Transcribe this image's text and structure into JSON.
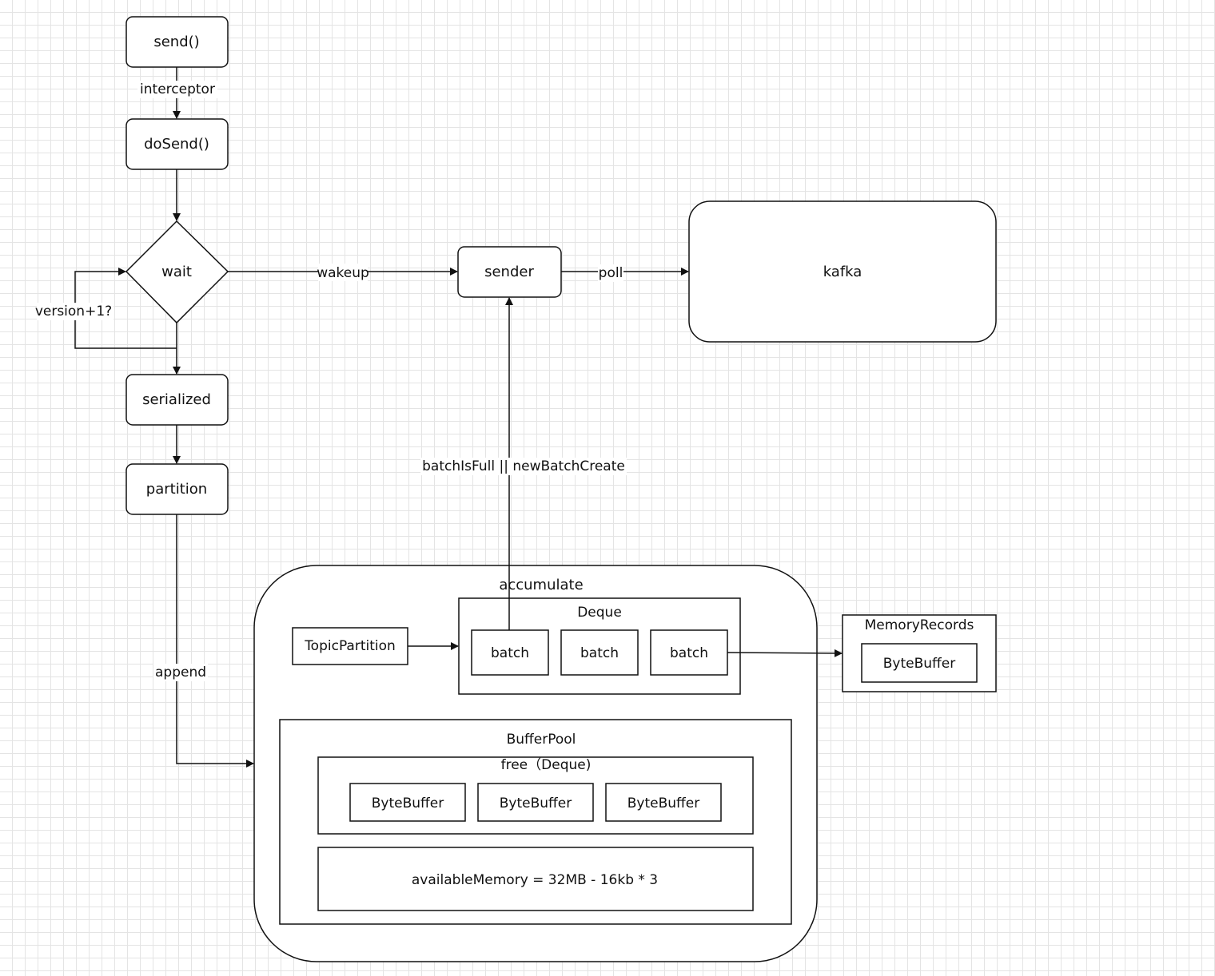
{
  "nodes": {
    "send": "send()",
    "do_send": "doSend()",
    "wait": "wait",
    "serialized": "serialized",
    "partition": "partition",
    "sender": "sender",
    "kafka": "kafka",
    "accumulate": "accumulate",
    "topic_partition": "TopicPartition",
    "deque": "Deque",
    "batches": [
      "batch",
      "batch",
      "batch"
    ],
    "memory_records": "MemoryRecords",
    "memory_records_buffer": "ByteBuffer",
    "buffer_pool": "BufferPool",
    "free_deque": "free（Deque)",
    "free_buffers": [
      "ByteBuffer",
      "ByteBuffer",
      "ByteBuffer"
    ],
    "available_memory": "availableMemory = 32MB - 16kb * 3"
  },
  "edges": {
    "interceptor": "interceptor",
    "version_loop": "version+1?",
    "wakeup": "wakeup",
    "poll": "poll",
    "batch_trigger": "batchIsFull || newBatchCreate",
    "append": "append"
  }
}
